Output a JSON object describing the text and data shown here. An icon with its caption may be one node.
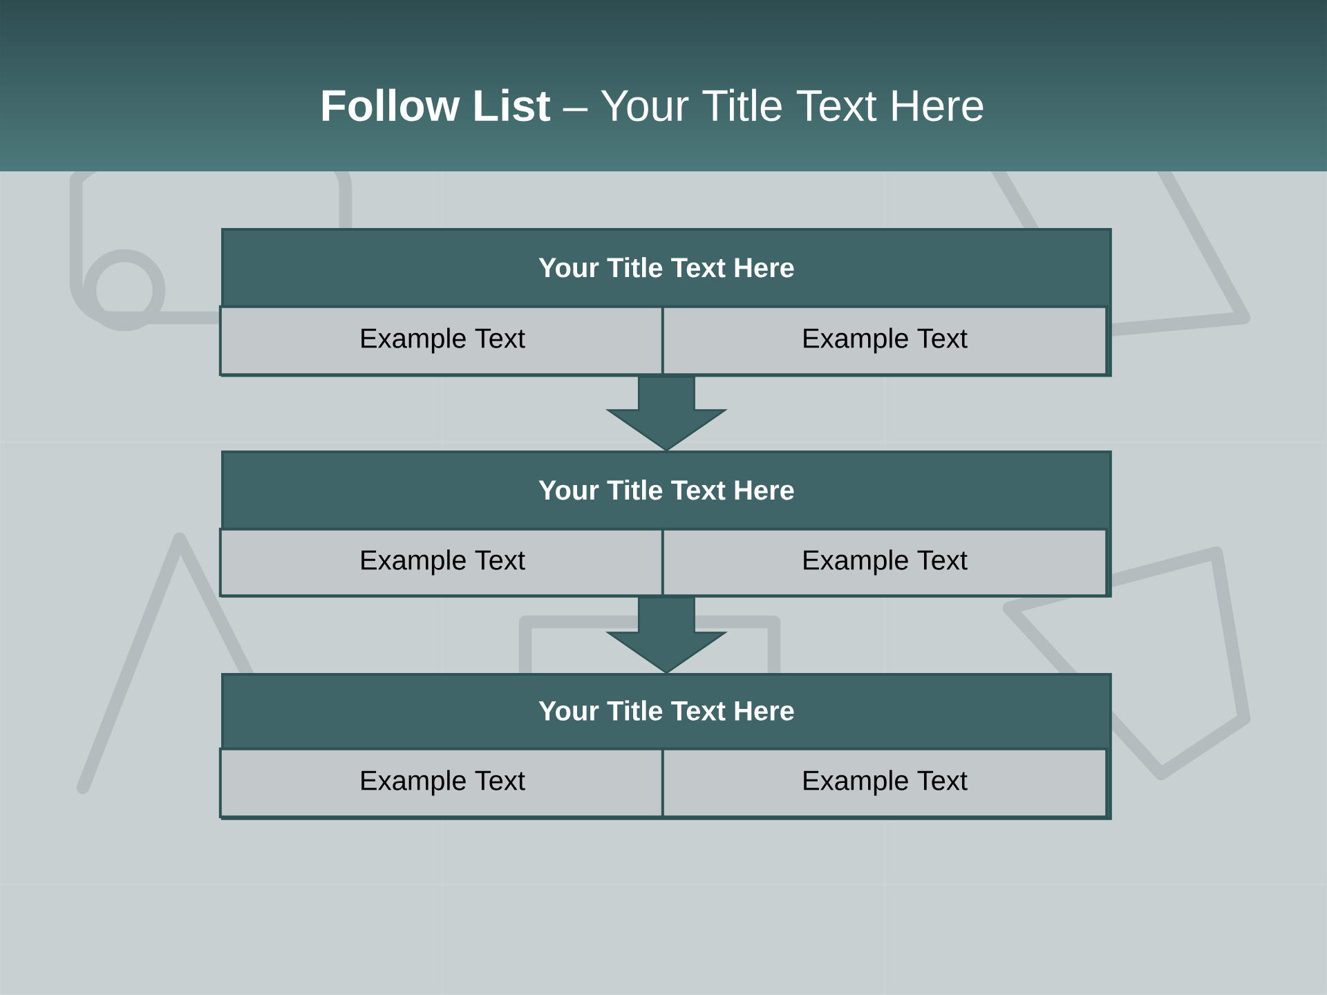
{
  "diagram": {
    "title": "**Follow List**  – Your Title Text Here",
    "nodes": [
      {
        "text": [
          "Your Title Text Here"
        ]
      },
      {
        "text": [
          "Example Text"
        ],
        "in": 0
      },
      {
        "text": [
          "Example Text"
        ],
        "in": 0
      },
      {
        "text": [
          "Your Title Text Here"
        ]
      },
      {
        "text": [
          "Example Text"
        ],
        "in": 3
      },
      {
        "text": [
          "Example Text"
        ],
        "in": 3
      },
      {
        "text": [
          "Your Title Text Here"
        ]
      },
      {
        "text": [
          "Example Text"
        ],
        "in": 6
      },
      {
        "text": [
          "Example Text"
        ],
        "in": 6
      }
    ],
    "edges": [
      {
        "from": 0,
        "to": 3,
        "arrow": "to"
      },
      {
        "from": 3,
        "to": 6,
        "arrow": "to"
      }
    ]
  }
}
